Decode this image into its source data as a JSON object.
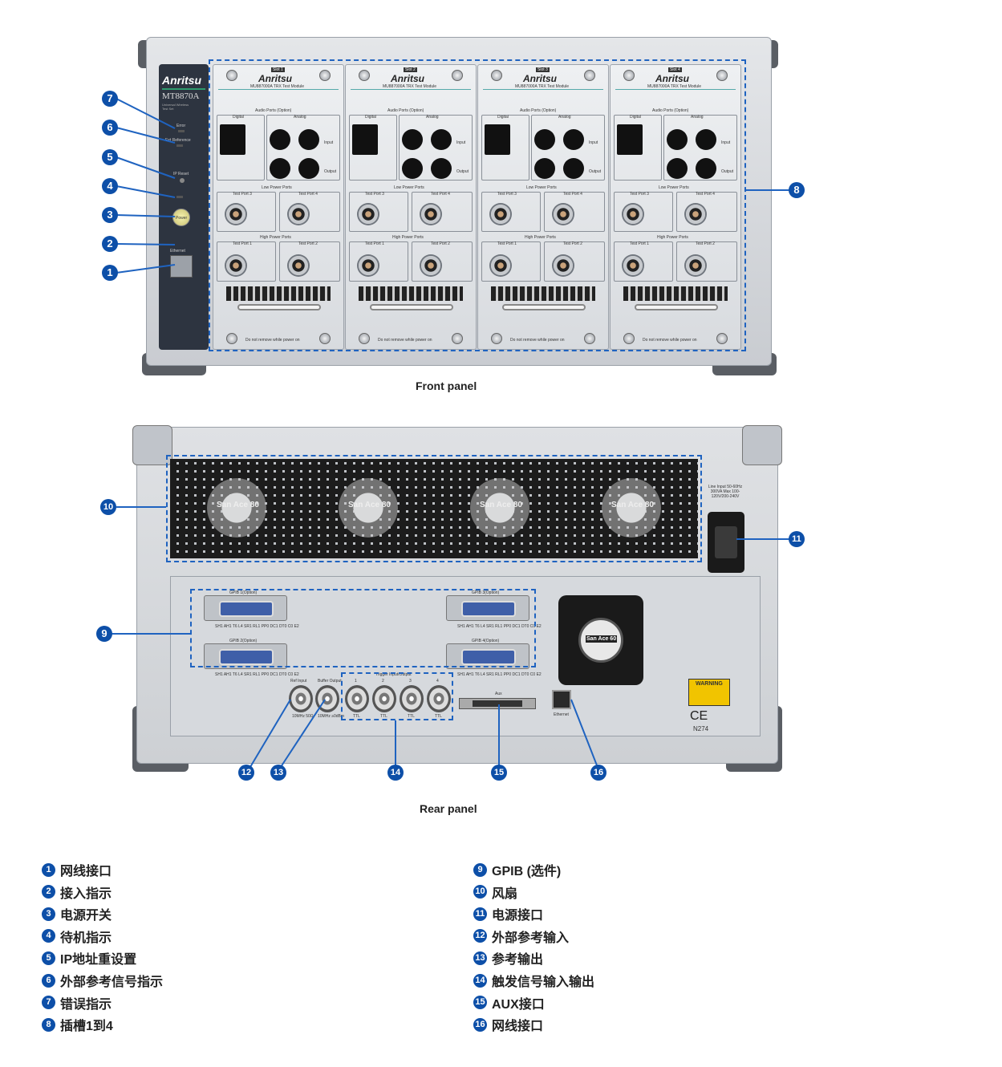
{
  "front": {
    "caption": "Front panel",
    "brand": "Anritsu",
    "model": "MT8870A",
    "model_sub": "Universal Wireless Test Set",
    "labels": {
      "error": "Error",
      "ext_ref": "Ext Reference",
      "ip_reset": "IP Reset",
      "power": "Power",
      "ethernet": "Ethernet"
    },
    "slots": [
      {
        "slot": "Slot 1",
        "module": "MU887000A TRX Test Module"
      },
      {
        "slot": "Slot 2",
        "module": "MU887000A TRX Test Module"
      },
      {
        "slot": "Slot 3",
        "module": "MU887000A TRX Test Module"
      },
      {
        "slot": "Slot 4",
        "module": "MU887000A TRX Test Module"
      }
    ],
    "slot_text": {
      "audio": "Audio Ports (Option)",
      "digital": "Digital",
      "analog": "Analog",
      "low_power": "Low Power Ports",
      "high_power": "High Power Ports",
      "test_port_1": "Test Port 1",
      "test_port_2": "Test Port 2",
      "test_port_3": "Test Port 3",
      "test_port_4": "Test Port 4",
      "input": "Input",
      "output": "Output",
      "warning": "Do not remove while power on"
    }
  },
  "rear": {
    "caption": "Rear panel",
    "fan_label": "San Ace 80",
    "small_fan_label": "San Ace 60",
    "line_input": "Line Input 50-60Hz 300VA Max 100-120V/200-240V",
    "gpib_labels": [
      "GPIB 1(Option)",
      "GPIB 2(Option)",
      "GPIB 3(Option)",
      "GPIB 4(Option)"
    ],
    "gpib_spec": "SH1 AH1 T6 L4 SR1 RL1 PP0 DC1 DT0 C0 E2",
    "ref_input": "Ref Input",
    "buffer_output": "Buffer Output",
    "ref_input_spec": "10MHz 50Ω",
    "buffer_output_spec": "10MHz ≥0dBm",
    "trigger": "Trigger Input/Output",
    "trigger_ports": [
      "1",
      "2",
      "3",
      "4"
    ],
    "ttl": "TTL",
    "aux": "Aux",
    "ethernet": "Ethernet",
    "warning": "WARNING",
    "cert": "N274"
  },
  "callouts": [
    "1",
    "2",
    "3",
    "4",
    "5",
    "6",
    "7",
    "8",
    "9",
    "10",
    "11",
    "12",
    "13",
    "14",
    "15",
    "16"
  ],
  "legend": [
    {
      "n": "1",
      "text": "网线接口"
    },
    {
      "n": "2",
      "text": "接入指示"
    },
    {
      "n": "3",
      "text": "电源开关"
    },
    {
      "n": "4",
      "text": "待机指示"
    },
    {
      "n": "5",
      "text": "IP地址重设置"
    },
    {
      "n": "6",
      "text": "外部参考信号指示"
    },
    {
      "n": "7",
      "text": "错误指示"
    },
    {
      "n": "8",
      "text": "插槽1到4"
    },
    {
      "n": "9",
      "text": "GPIB (选件)"
    },
    {
      "n": "10",
      "text": "风扇"
    },
    {
      "n": "11",
      "text": "电源接口"
    },
    {
      "n": "12",
      "text": "外部参考输入"
    },
    {
      "n": "13",
      "text": "参考输出"
    },
    {
      "n": "14",
      "text": "触发信号输入输出"
    },
    {
      "n": "15",
      "text": "AUX接口"
    },
    {
      "n": "16",
      "text": "网线接口"
    }
  ],
  "colors": {
    "accent": "#1f63c0",
    "badge": "#0d4fa8"
  }
}
